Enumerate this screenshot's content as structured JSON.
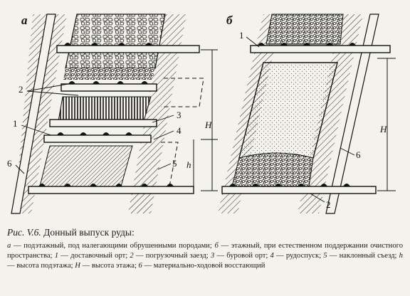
{
  "panels": {
    "a": {
      "letter": "а",
      "callouts": {
        "c1": "1",
        "c2": "2",
        "c3": "3",
        "c4": "4",
        "c5": "5",
        "c6": "6"
      },
      "dims": {
        "H": "H",
        "h": "h"
      }
    },
    "b": {
      "letter": "б",
      "callouts": {
        "c1": "1",
        "c2": "2",
        "c6": "6"
      },
      "dims": {
        "H": "H"
      }
    }
  },
  "caption": {
    "prefix": "Рис.",
    "number": "V.6.",
    "title": "Донный выпуск руды:",
    "legend": [
      {
        "key": "а",
        "text": " — подэтажный, под налегающими обрушенными породами; "
      },
      {
        "key": "б",
        "text": " — этажный, при естественном поддержании очистного пространства; "
      },
      {
        "key": "1",
        "text": " — доставочный орт; "
      },
      {
        "key": "2",
        "text": " — погрузочный заезд; "
      },
      {
        "key": "3",
        "text": " — буровой орт; "
      },
      {
        "key": "4",
        "text": " — рудоспуск; "
      },
      {
        "key": "5",
        "text": " — наклонный съезд; "
      },
      {
        "key": "h",
        "text": " — высота подэтажа; "
      },
      {
        "key": "H",
        "text": " — высота этажа; "
      },
      {
        "key": "6",
        "text": " — материально-ходовой восстающий"
      }
    ]
  }
}
